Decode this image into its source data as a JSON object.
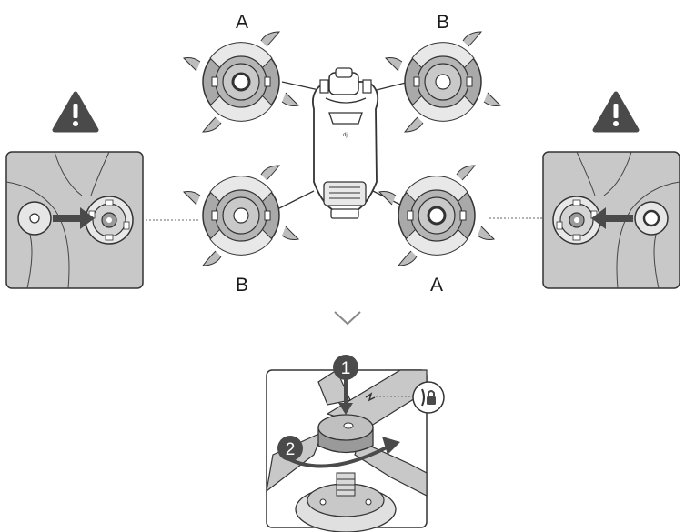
{
  "labels": {
    "top_left": "A",
    "top_right": "B",
    "bottom_left": "B",
    "bottom_right": "A"
  },
  "steps": {
    "step1": "1",
    "step2": "2"
  },
  "icons": {
    "warning": "warning-triangle-icon",
    "chevron": "chevron-down-icon",
    "lock": "lock-icon"
  },
  "colors": {
    "prop_fill": "#a9a9a9",
    "panel_bg": "#c8c8c8",
    "line": "#333333",
    "badge": "#4a4a4a"
  }
}
